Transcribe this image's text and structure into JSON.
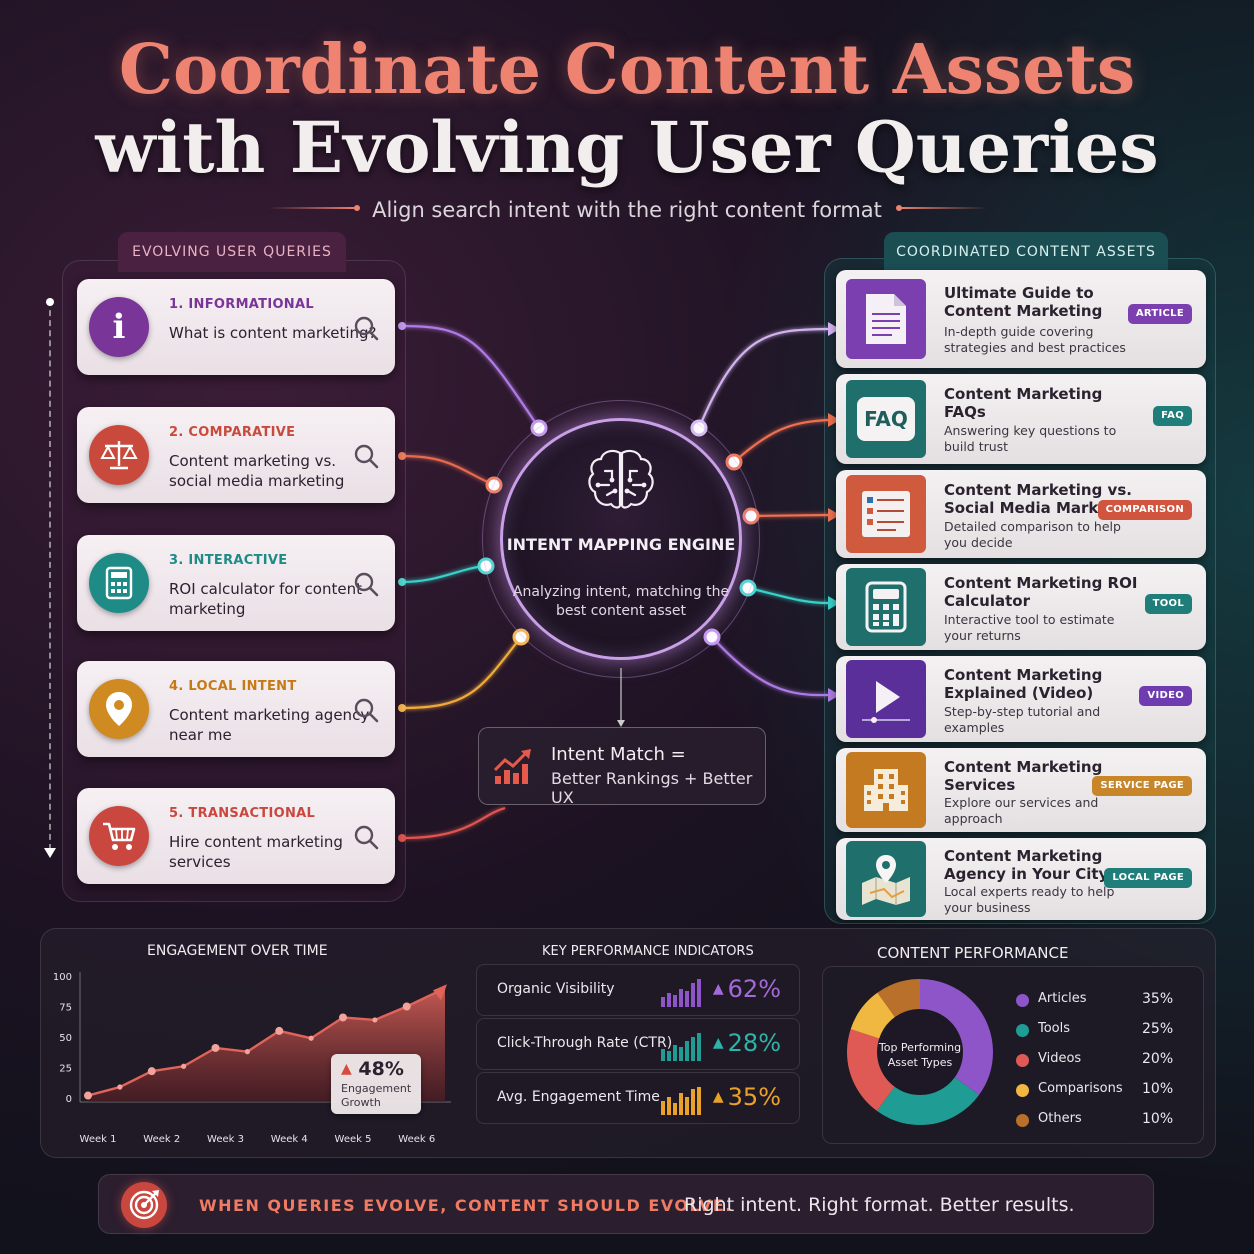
{
  "header": {
    "title_line1": "Coordinate Content Assets",
    "title_line2": "with Evolving User Queries",
    "subtitle": "Align search intent with the right content format"
  },
  "left_panel": {
    "tab": "EVOLVING USER QUERIES",
    "queries": [
      {
        "label": "1. INFORMATIONAL",
        "text": "What is content marketing?",
        "color": "#8a3fa8",
        "icon": "info-icon"
      },
      {
        "label": "2. COMPARATIVE",
        "text": "Content marketing vs. social media marketing",
        "color": "#c94a3c",
        "icon": "scale-icon"
      },
      {
        "label": "3. INTERACTIVE",
        "text": "ROI calculator for content marketing",
        "color": "#1e8b86",
        "icon": "calculator-icon"
      },
      {
        "label": "4. LOCAL INTENT",
        "text": "Content marketing agency near me",
        "color": "#cf8a22",
        "icon": "location-pin-icon"
      },
      {
        "label": "5. TRANSACTIONAL",
        "text": "Hire content marketing services",
        "color": "#c9473f",
        "icon": "shopping-cart-icon"
      }
    ]
  },
  "engine": {
    "title": "INTENT MAPPING ENGINE",
    "desc": "Analyzing intent, matching the best content asset",
    "icon": "brain-icon"
  },
  "match": {
    "line1": "Intent Match =",
    "line2": "Better Rankings + Better UX",
    "icon": "trending-up-icon"
  },
  "right_panel": {
    "tab": "COORDINATED CONTENT ASSETS",
    "assets": [
      {
        "title": "Ultimate Guide to Content Marketing",
        "desc": "In-depth guide covering strategies and best practices",
        "badge": "ARTICLE",
        "badge_color": "#7b3fb0",
        "icon": "document-icon"
      },
      {
        "title": "Content Marketing FAQs",
        "desc": "Answering key questions to build trust",
        "badge": "FAQ",
        "badge_color": "#1f7d7a",
        "icon_text": "FAQ",
        "icon": "faq-icon"
      },
      {
        "title": "Content Marketing vs. Social Media Marketing",
        "desc": "Detailed comparison to help you decide",
        "badge": "COMPARISON",
        "badge_color": "#d0543e",
        "icon": "checklist-icon"
      },
      {
        "title": "Content Marketing ROI Calculator",
        "desc": "Interactive tool to estimate your returns",
        "badge": "TOOL",
        "badge_color": "#1f7d7a",
        "icon": "calculator-icon"
      },
      {
        "title": "Content Marketing Explained (Video)",
        "desc": "Step-by-step tutorial and examples",
        "badge": "VIDEO",
        "badge_color": "#6e3cb0",
        "icon": "video-play-icon"
      },
      {
        "title": "Content Marketing Services",
        "desc": "Explore our services and approach",
        "badge": "SERVICE PAGE",
        "badge_color": "#c7862a",
        "icon": "building-icon"
      },
      {
        "title": "Content Marketing Agency in Your City",
        "desc": "Local experts ready to help your business",
        "badge": "LOCAL PAGE",
        "badge_color": "#1f7d7a",
        "icon": "map-pin-icon"
      }
    ]
  },
  "engagement": {
    "title": "ENGAGEMENT OVER TIME",
    "callout_value": "48%",
    "callout_label": "Engagement Growth"
  },
  "kpi": {
    "title": "KEY PERFORMANCE INDICATORS",
    "rows": [
      {
        "label": "Organic Visibility",
        "value": "62%",
        "color": "#a469d8"
      },
      {
        "label": "Click-Through Rate (CTR)",
        "value": "28%",
        "color": "#2fb3a8"
      },
      {
        "label": "Avg. Engagement Time",
        "value": "35%",
        "color": "#e9a12a"
      }
    ]
  },
  "content_performance": {
    "title": "CONTENT PERFORMANCE",
    "center_label": "Top Performing Asset Types"
  },
  "chart_data": [
    {
      "type": "area",
      "title": "ENGAGEMENT OVER TIME",
      "categories": [
        "Week 1",
        "Week 2",
        "Week 3",
        "Week 4",
        "Week 5",
        "Week 6"
      ],
      "x": [
        1,
        1.5,
        2,
        2.5,
        3,
        3.5,
        4,
        4.5,
        5,
        5.5,
        6,
        6.6
      ],
      "values": [
        2,
        9,
        22,
        26,
        41,
        38,
        55,
        49,
        66,
        64,
        75,
        90
      ],
      "yticks": [
        0,
        25,
        50,
        75,
        100
      ],
      "ylim": [
        0,
        100
      ],
      "color": "#e0645a"
    },
    {
      "type": "pie",
      "title": "CONTENT PERFORMANCE",
      "categories": [
        "Articles",
        "Tools",
        "Videos",
        "Comparisons",
        "Others"
      ],
      "values": [
        35,
        25,
        20,
        10,
        10
      ],
      "labels": [
        "35%",
        "25%",
        "20%",
        "10%",
        "10%"
      ],
      "colors": [
        "#8e55c9",
        "#1f9c94",
        "#e05a55",
        "#f0b840",
        "#b8702a"
      ]
    }
  ],
  "footer": {
    "strong": "WHEN QUERIES EVOLVE, CONTENT SHOULD EVOLVE.",
    "text": "Right intent. Right format. Better results.",
    "icon": "target-icon"
  }
}
